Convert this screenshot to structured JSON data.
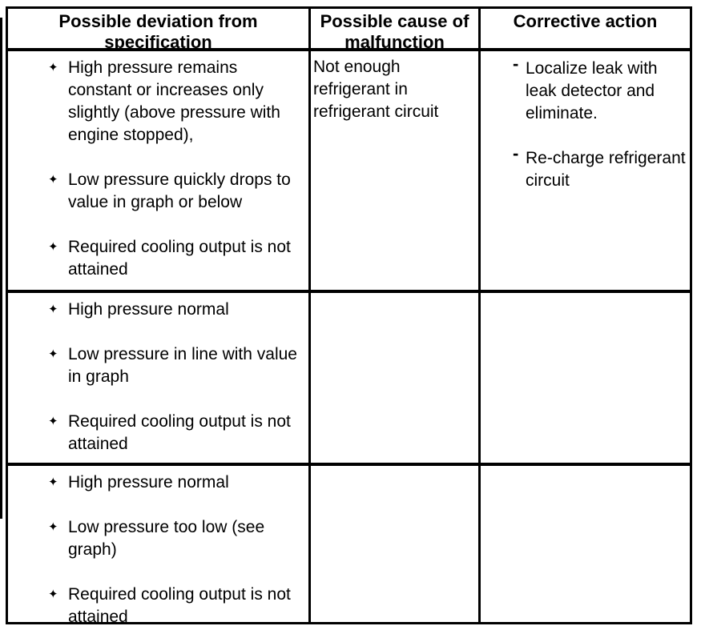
{
  "colors": {
    "text": "#000000",
    "border": "#000000",
    "background": "#ffffff"
  },
  "glyphs": {
    "bullet": "✦",
    "dash": "-"
  },
  "table": {
    "headers": {
      "deviation": "Possible deviation from specification",
      "cause": "Possible cause of malfunction",
      "action": "Corrective action"
    },
    "rows": [
      {
        "deviation": [
          "High pressure remains constant or increases only slightly (above pressure with engine stopped),",
          "Low pressure quickly drops to value in graph or below",
          "Required cooling output is not attained"
        ],
        "cause": "Not enough refrigerant in refrigerant circuit",
        "actions": [
          "Localize leak with leak detector and eliminate.",
          "Re-charge refrigerant circuit"
        ]
      },
      {
        "deviation": [
          "High pressure normal",
          "Low pressure in line with value in graph",
          "Required cooling output is not attained"
        ],
        "cause": "",
        "actions": []
      },
      {
        "deviation": [
          "High pressure normal",
          "Low pressure too low (see graph)",
          "Required cooling output is not attained"
        ],
        "cause": "",
        "actions": []
      }
    ]
  }
}
